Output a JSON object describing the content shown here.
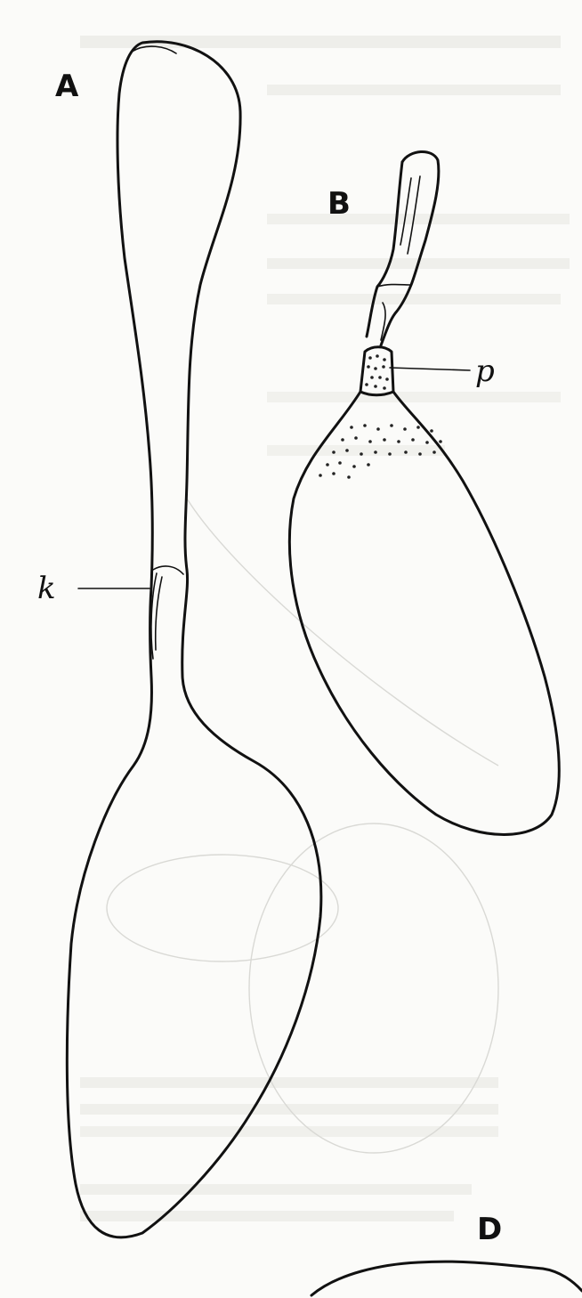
{
  "figure": {
    "labels": {
      "panel_a": "A",
      "panel_b": "B",
      "panel_d": "D",
      "pointer_k": "k",
      "pointer_p": "p"
    },
    "colors": {
      "background": "#fbfbf9",
      "ink": "#111111",
      "show_through": "#d9d9d5"
    }
  }
}
